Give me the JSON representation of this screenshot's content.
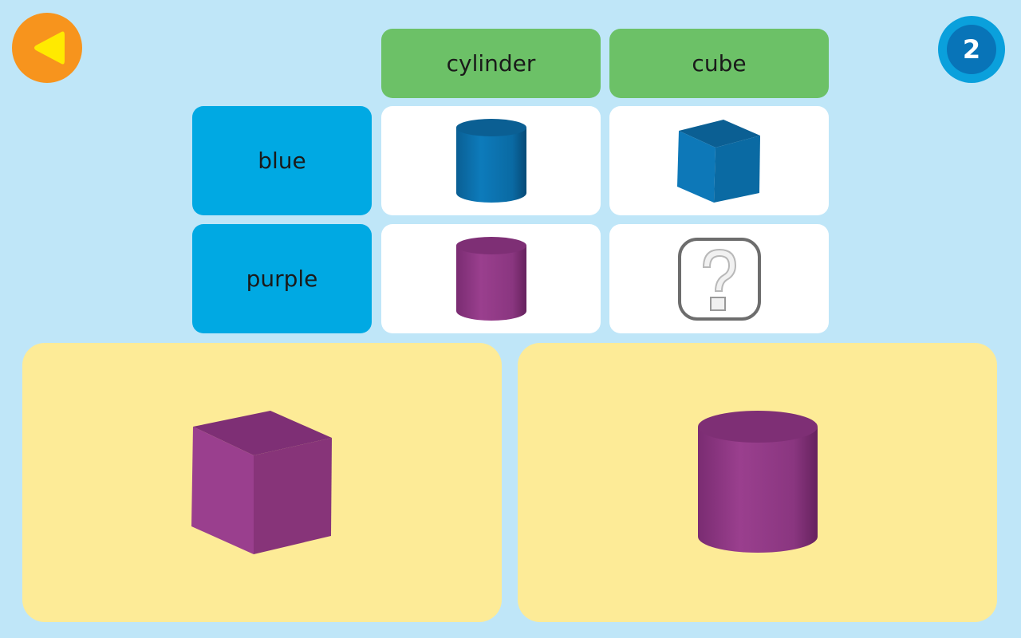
{
  "back_button": {
    "icon": "back-arrow-icon",
    "color": "#f7941d",
    "arrow_color": "#ffea00"
  },
  "level_badge": {
    "value": "2",
    "color": "#0aa0dc"
  },
  "grid": {
    "columns": [
      "cylinder",
      "cube"
    ],
    "rows": [
      "blue",
      "purple"
    ],
    "cells": [
      [
        "blue cylinder",
        "blue cube"
      ],
      [
        "purple cylinder",
        "unknown"
      ]
    ]
  },
  "answers": [
    "purple cube",
    "purple cylinder"
  ],
  "colors": {
    "background": "#bfe6f8",
    "column_header": "#6cc167",
    "row_header": "#00a9e3",
    "answer_card": "#fdeb97",
    "blue_shape": "#0a6faa",
    "purple_shape": "#8a3680"
  }
}
